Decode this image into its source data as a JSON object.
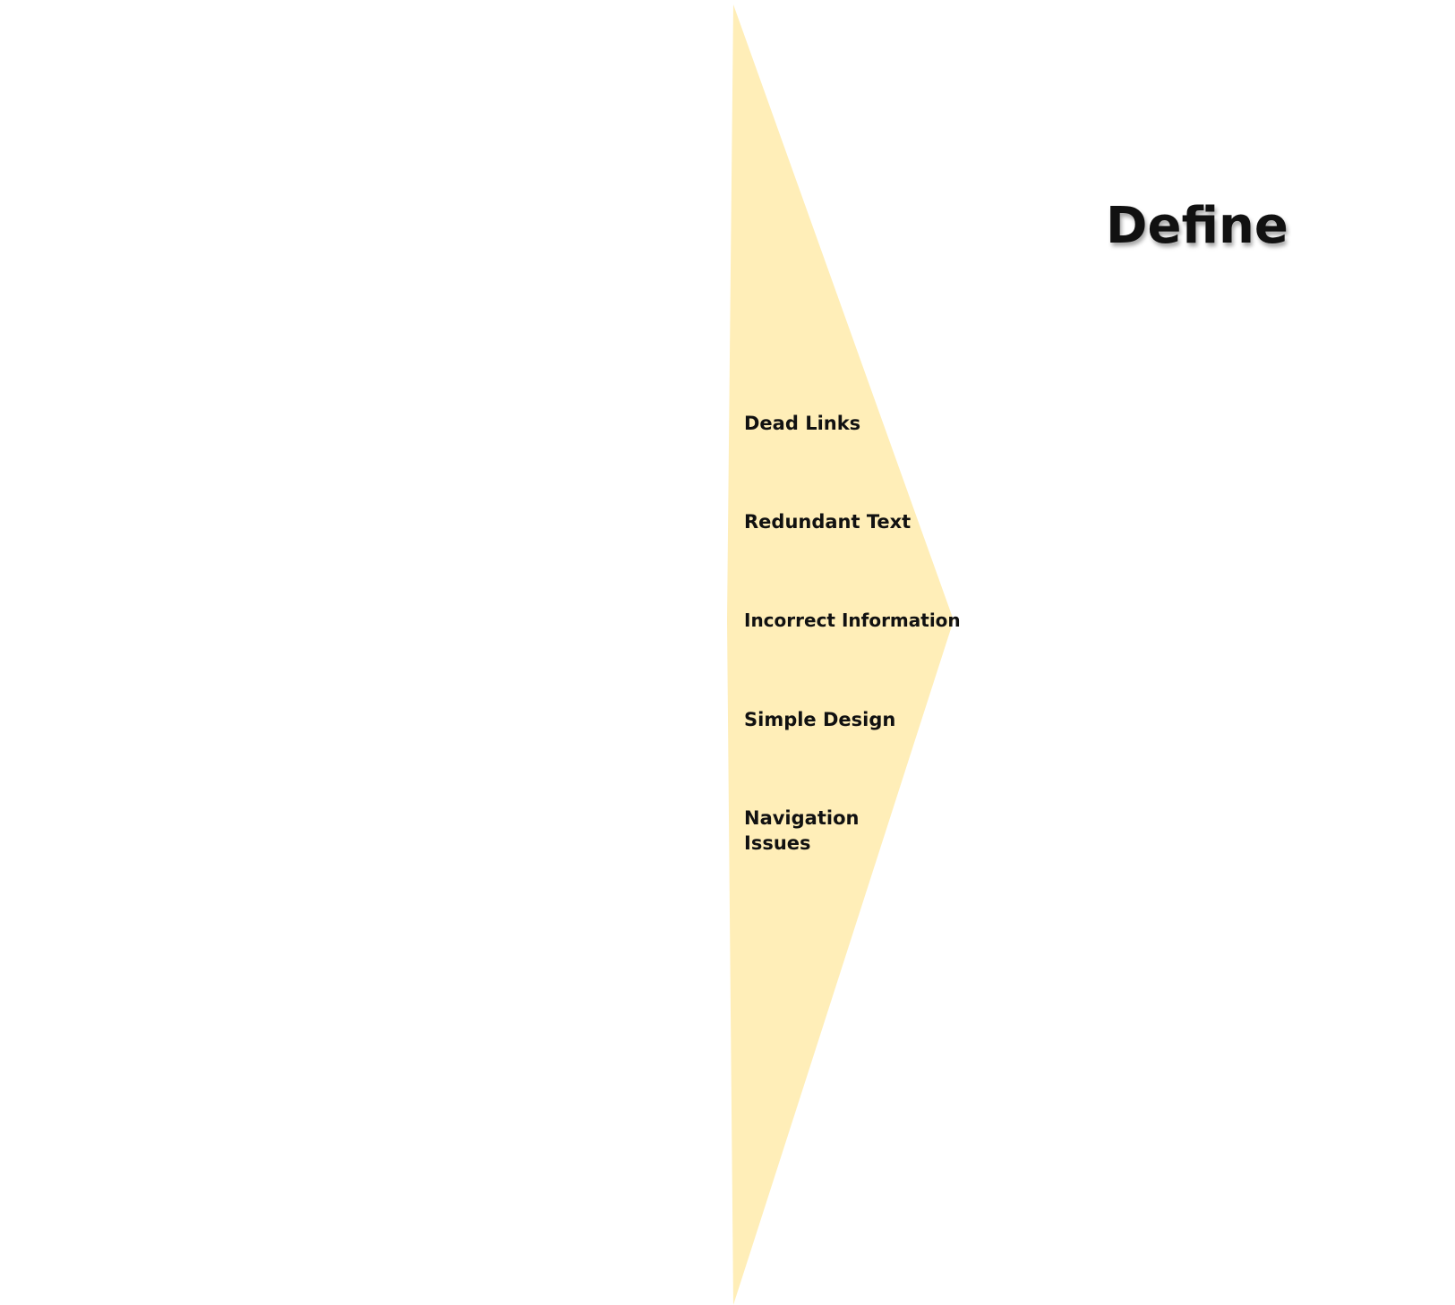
{
  "diagram": {
    "heading": "Define",
    "items": [
      "Dead Links",
      "Redundant Text",
      "Incorrect Information",
      "Simple Design",
      "Navigation Issues"
    ]
  },
  "colors": {
    "shape_fill": "#FFEEB8",
    "text": "#111111",
    "background": "#FFFFFF"
  }
}
